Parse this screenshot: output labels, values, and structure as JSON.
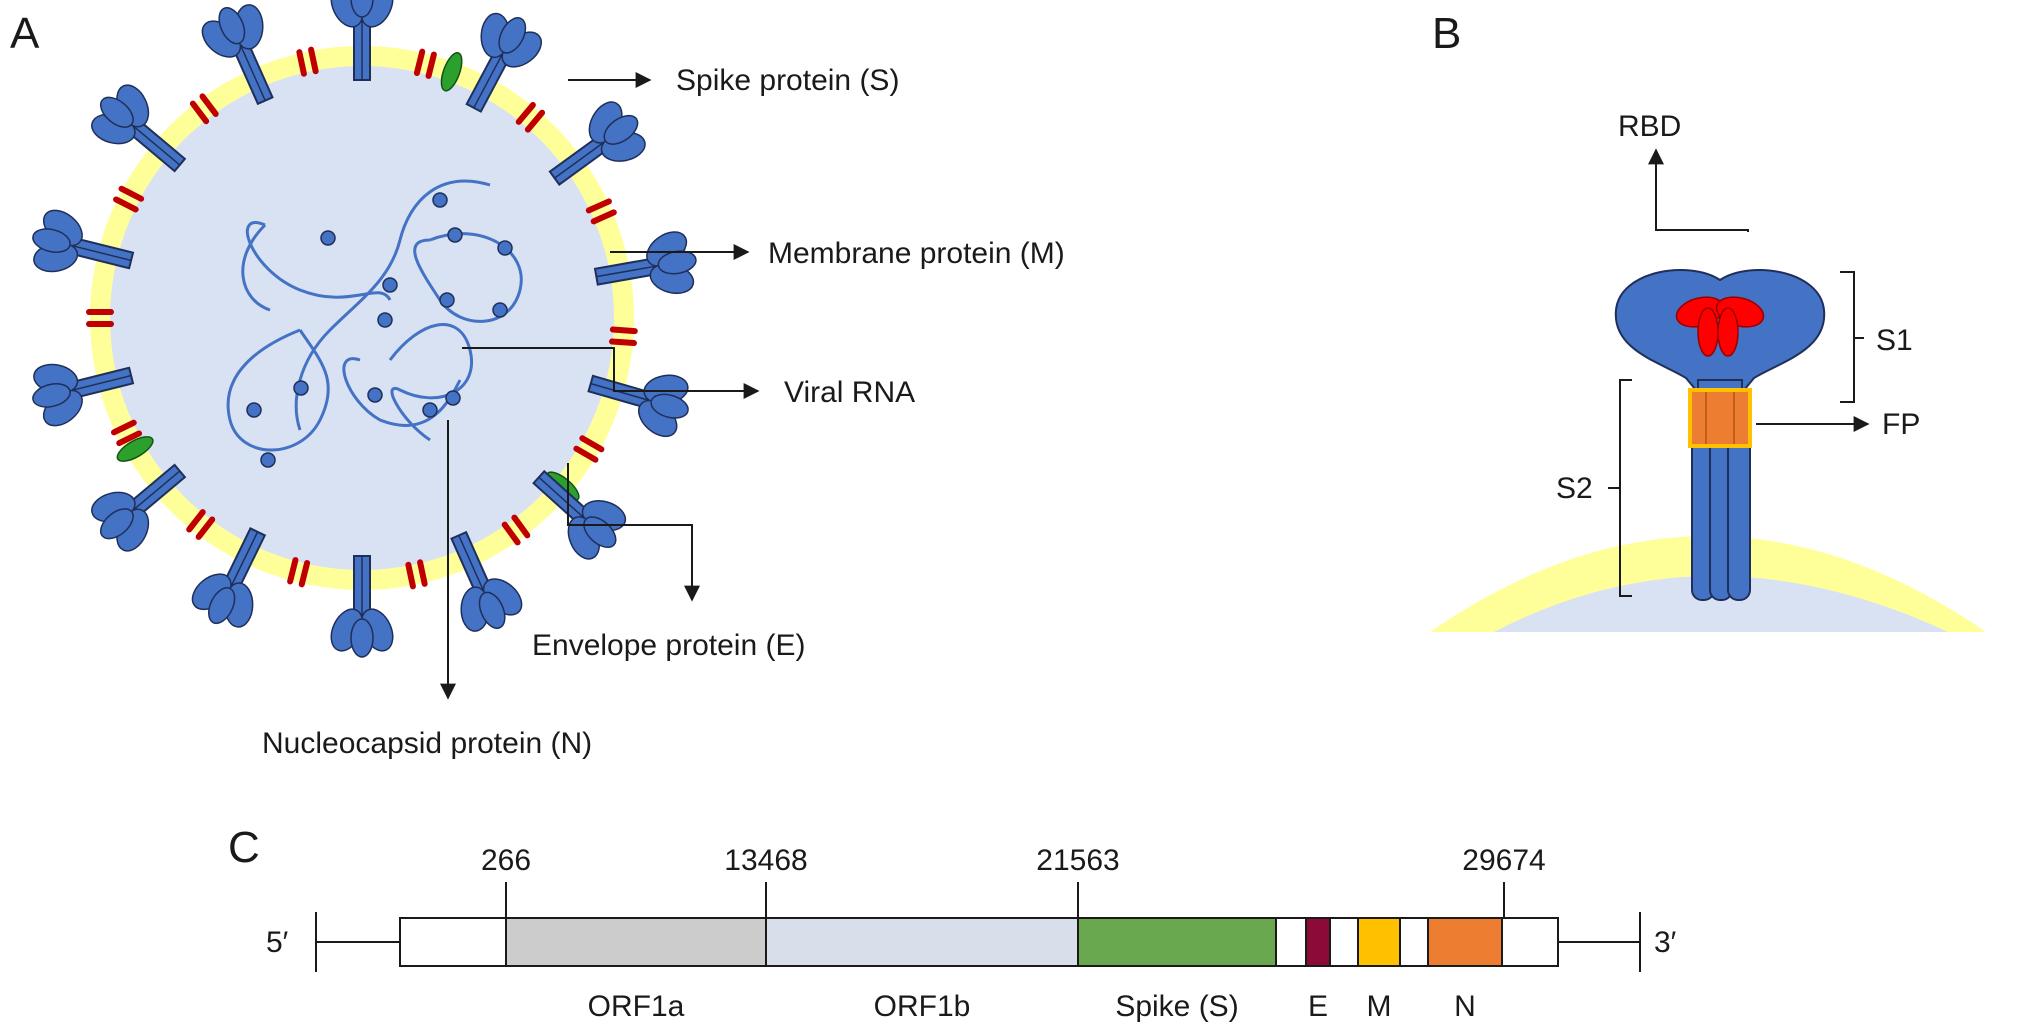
{
  "panels": {
    "a": {
      "letter": "A",
      "labels": {
        "spike": "Spike protein (S)",
        "membrane": "Membrane protein (M)",
        "rna": "Viral RNA",
        "envelope": "Envelope protein (E)",
        "nucleocapsid": "Nucleocapsid protein (N)"
      }
    },
    "b": {
      "letter": "B",
      "labels": {
        "rbd": "RBD",
        "s1": "S1",
        "s2": "S2",
        "fp": "FP"
      }
    },
    "c": {
      "letter": "C",
      "five_prime": "5′",
      "three_prime": "3′",
      "positions": [
        "266",
        "13468",
        "21563",
        "29674"
      ],
      "genes": [
        {
          "label": "ORF1a",
          "color": "#cccccc"
        },
        {
          "label": "ORF1b",
          "color": "#d9deeb"
        },
        {
          "label": "Spike (S)",
          "color": "#6aa84f"
        },
        {
          "label": "E",
          "color": "#8b0a37"
        },
        {
          "label": "M",
          "color": "#ffc000"
        },
        {
          "label": "N",
          "color": "#ed7d31"
        }
      ]
    }
  },
  "colors": {
    "spike": "#4472c4",
    "membrane_protein": "#c00000",
    "envelope_protein": "#2ca02c",
    "lipid_envelope": "#ffff99",
    "interior": "#d9e2f3",
    "rbd": "#ff0000",
    "fusion_peptide": "#ed7d31"
  }
}
